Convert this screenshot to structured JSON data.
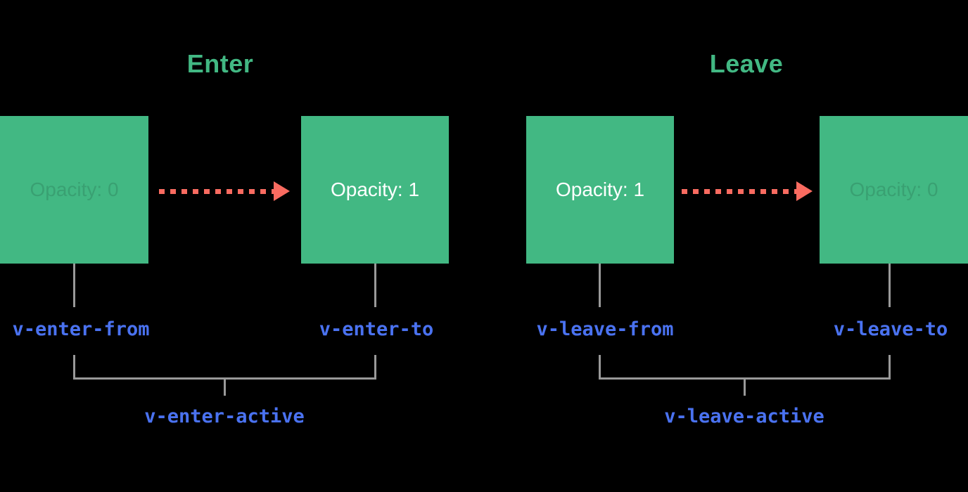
{
  "diagram": {
    "subject": "transition-classes",
    "palette": {
      "background": "#000000",
      "box_green": "#42b883",
      "title_green": "#42b883",
      "arrow_red": "#f96b60",
      "class_blue": "#4a72f0",
      "connector_gray": "#999999",
      "box_text_white": "#ffffff"
    },
    "enter": {
      "title": "Enter",
      "from_box": {
        "label": "Opacity: 0",
        "state": "faded"
      },
      "to_box": {
        "label": "Opacity: 1",
        "state": "full"
      },
      "from_class": "v-enter-from",
      "to_class": "v-enter-to",
      "active_class": "v-enter-active"
    },
    "leave": {
      "title": "Leave",
      "from_box": {
        "label": "Opacity: 1",
        "state": "full"
      },
      "to_box": {
        "label": "Opacity: 0",
        "state": "faded"
      },
      "from_class": "v-leave-from",
      "to_class": "v-leave-to",
      "active_class": "v-leave-active"
    }
  }
}
